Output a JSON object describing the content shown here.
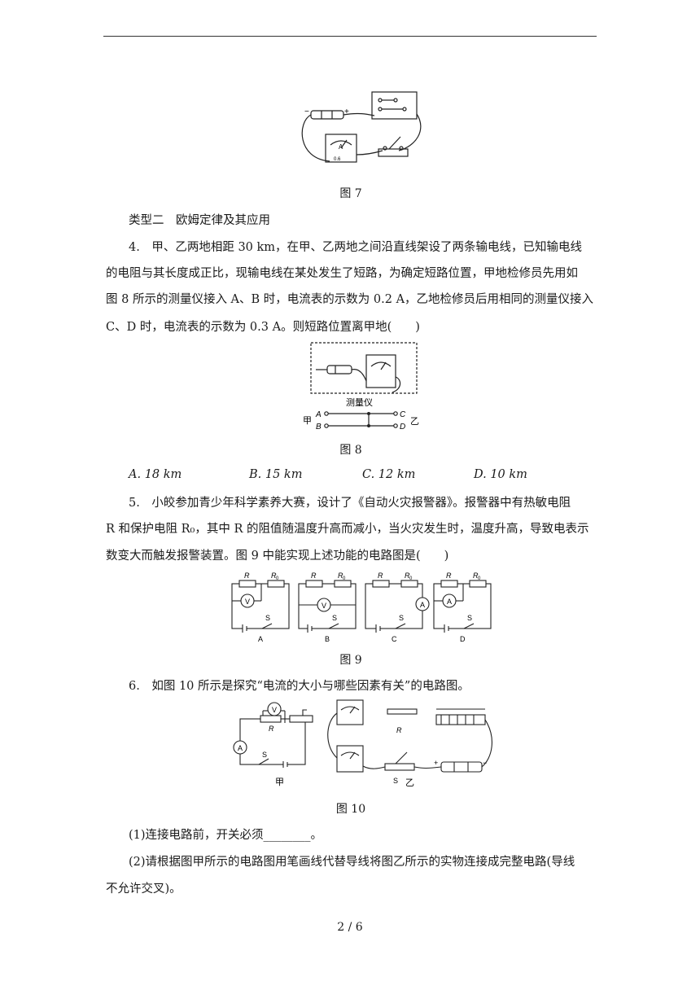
{
  "figures": {
    "fig7": {
      "caption": "图 7",
      "labels": {
        "minus": "−",
        "plus": "+",
        "ammeter_a": "A",
        "ammeter_scale": "0.6"
      }
    },
    "fig8": {
      "caption": "图 8",
      "labels": {
        "meter": "测量仪",
        "jia": "甲",
        "yi": "乙",
        "a": "A",
        "b": "B",
        "c": "C",
        "d": "D"
      }
    },
    "fig9": {
      "caption": "图 9",
      "labels": {
        "r": "R",
        "r0": "R",
        "r0_sub": "0",
        "s": "S",
        "v": "V",
        "a_meter": "A",
        "opt_a": "A",
        "opt_b": "B",
        "opt_c": "C",
        "opt_d": "D"
      }
    },
    "fig10": {
      "caption": "图 10",
      "labels": {
        "v": "V",
        "a": "A",
        "r": "R",
        "s": "S",
        "jia": "甲",
        "yi": "乙",
        "plus": "+",
        "minus": "−"
      }
    }
  },
  "section": {
    "title": "类型二　欧姆定律及其应用"
  },
  "q4": {
    "line1": "4.　甲、乙两地相距 30 km，在甲、乙两地之间沿直线架设了两条输电线，已知输电线",
    "line2": "的电阻与其长度成正比，现输电线在某处发生了短路，为确定短路位置，甲地检修员先用如",
    "line3": "图 8 所示的测量仪接入 A、B 时，电流表的示数为 0.2 A，乙地检修员后用相同的测量仪接入",
    "line4": "C、D 时，电流表的示数为 0.3 A。则短路位置离甲地(　　)",
    "options": {
      "a": "A. 18 km",
      "b": "B. 15 km",
      "c": "C. 12 km",
      "d": "D. 10 km"
    }
  },
  "q5": {
    "line1": "5.　小皎参加青少年科学素养大赛，设计了《自动火灾报警器》。报警器中有热敏电阻",
    "line2": "R 和保护电阻 R₀，其中 R 的阻值随温度升高而减小，当火灾发生时，温度升高，导致电表示",
    "line3": "数变大而触发报警装置。图 9 中能实现上述功能的电路图是(　　)"
  },
  "q6": {
    "line1": "6.　如图 10 所示是探究“电流的大小与哪些因素有关”的电路图。",
    "sub1": "(1)连接电路前，开关必须________。",
    "sub2a": "(2)请根据图甲所示的电路图用笔画线代替导线将图乙所示的实物连接成完整电路(导线",
    "sub2b": "不允许交叉)。"
  },
  "footer": {
    "page": "2 / 6"
  }
}
